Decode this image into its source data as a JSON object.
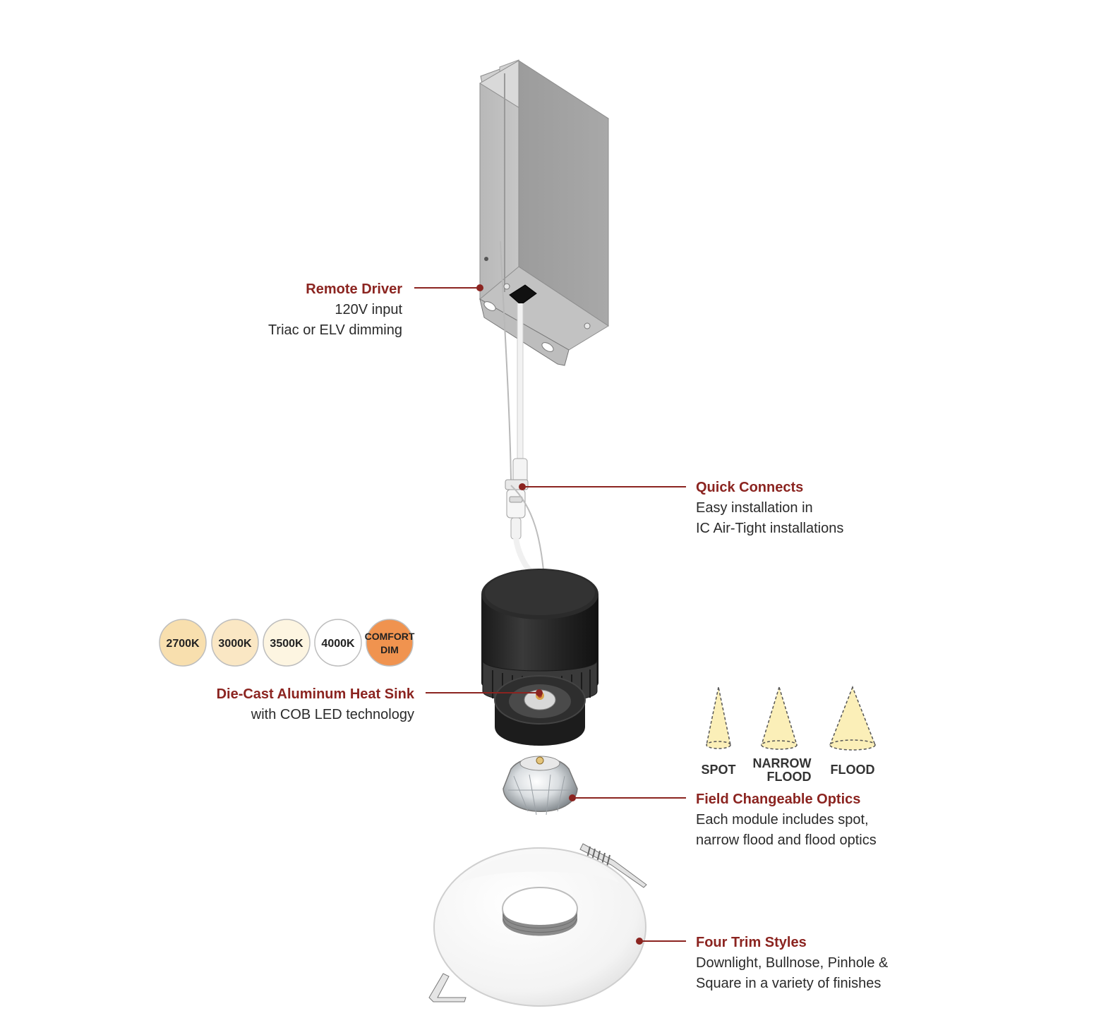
{
  "colors": {
    "accent": "#8b2420",
    "body_text": "#2a2a2a",
    "cct_2700": "#f8dfae",
    "cct_3000": "#fae7c4",
    "cct_3500": "#fdf5e1",
    "cct_4000": "#ffffff",
    "comfort_dim": "#f0934f",
    "beam_fill": "#fbefb8"
  },
  "callouts": {
    "remote_driver": {
      "title": "Remote Driver",
      "line1": "120V input",
      "line2": "Triac or ELV dimming"
    },
    "quick_connects": {
      "title": "Quick Connects",
      "line1": "Easy installation in",
      "line2": "IC Air-Tight installations"
    },
    "heat_sink": {
      "title": "Die-Cast Aluminum Heat Sink",
      "line1": "with COB LED technology"
    },
    "optics": {
      "title": "Field Changeable Optics",
      "line1": "Each module includes spot,",
      "line2": "narrow flood and flood optics"
    },
    "trims": {
      "title": "Four Trim Styles",
      "line1": "Downlight, Bullnose, Pinhole &",
      "line2": "Square in a variety of finishes"
    }
  },
  "color_temps": [
    {
      "label": "2700K"
    },
    {
      "label": "3000K"
    },
    {
      "label": "3500K"
    },
    {
      "label": "4000K"
    },
    {
      "line1": "COMFORT",
      "line2": "DIM"
    }
  ],
  "beams": {
    "spot": "SPOT",
    "narrow_line1": "NARROW",
    "narrow_line2": "FLOOD",
    "flood": "FLOOD"
  }
}
